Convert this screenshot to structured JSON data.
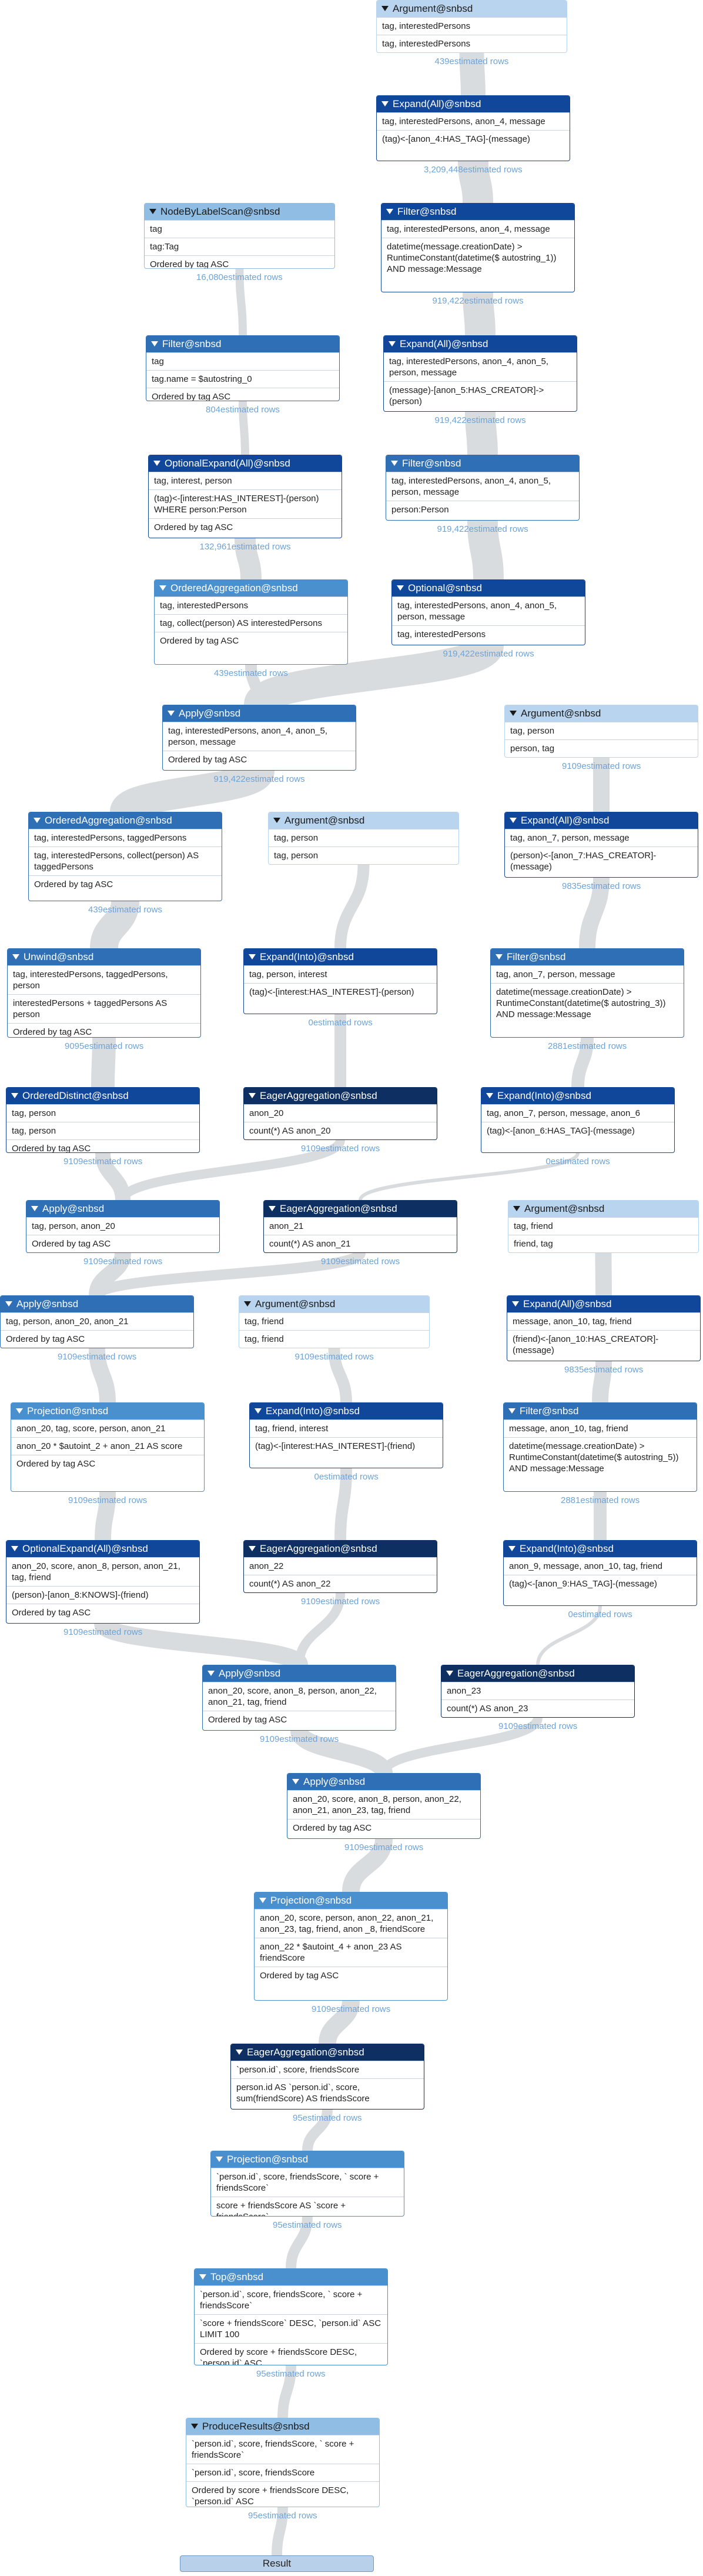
{
  "colors": {
    "level_1": "#0d2f61",
    "level_2": "#11479a",
    "level_3": "#2e6fb5",
    "level_4": "#4a90cf",
    "level_5": "#8fbde4",
    "level_6": "#b9d4ee",
    "stream": "#d9dcdf",
    "estimate_text": "#6ea3d6"
  },
  "operators": [
    {
      "id": "n1",
      "title": "Argument@snbsd",
      "rows": [
        "tag, interestedPersons",
        "tag, interestedPersons"
      ],
      "estimate": "439estimated rows"
    },
    {
      "id": "n2",
      "title": "Expand(All)@snbsd",
      "rows": [
        "tag, interestedPersons, anon_4, message",
        "(tag)<-[anon_4:HAS_TAG]-(message)"
      ],
      "estimate": "3,209,448estimated rows"
    },
    {
      "id": "n3",
      "title": "NodeByLabelScan@snbsd",
      "rows": [
        "tag",
        "tag:Tag",
        "Ordered by tag ASC"
      ],
      "estimate": "16,080estimated rows"
    },
    {
      "id": "n4",
      "title": "Filter@snbsd",
      "rows": [
        "tag, interestedPersons, anon_4, message",
        "datetime(message.creationDate) > RuntimeConstant(datetime($ autostring_1)) AND message:Message"
      ],
      "estimate": "919,422estimated rows"
    },
    {
      "id": "n5",
      "title": "Filter@snbsd",
      "rows": [
        "tag",
        "tag.name = $autostring_0",
        "Ordered by tag ASC"
      ],
      "estimate": "804estimated rows"
    },
    {
      "id": "n6",
      "title": "Expand(All)@snbsd",
      "rows": [
        "tag, interestedPersons, anon_4, anon_5, person, message",
        "(message)-[anon_5:HAS_CREATOR]->(person)"
      ],
      "estimate": "919,422estimated rows"
    },
    {
      "id": "n7",
      "title": "OptionalExpand(All)@snbsd",
      "rows": [
        "tag, interest, person",
        "(tag)<-[interest:HAS_INTEREST]-(person) WHERE person:Person",
        "Ordered by tag ASC"
      ],
      "estimate": "132,961estimated rows"
    },
    {
      "id": "n8",
      "title": "Filter@snbsd",
      "rows": [
        "tag, interestedPersons, anon_4, anon_5, person, message",
        "person:Person"
      ],
      "estimate": "919,422estimated rows"
    },
    {
      "id": "n9",
      "title": "OrderedAggregation@snbsd",
      "rows": [
        "tag, interestedPersons",
        "tag, collect(person) AS interestedPersons",
        "Ordered by tag ASC"
      ],
      "estimate": "439estimated rows"
    },
    {
      "id": "n10",
      "title": "Optional@snbsd",
      "rows": [
        "tag, interestedPersons, anon_4, anon_5, person, message",
        "tag, interestedPersons"
      ],
      "estimate": "919,422estimated rows"
    },
    {
      "id": "n11",
      "title": "Apply@snbsd",
      "rows": [
        "tag, interestedPersons, anon_4, anon_5, person, message",
        "Ordered by tag ASC"
      ],
      "estimate": "919,422estimated rows"
    },
    {
      "id": "n12",
      "title": "Argument@snbsd",
      "rows": [
        "tag, person",
        "person, tag"
      ],
      "estimate": "9109estimated rows"
    },
    {
      "id": "n13",
      "title": "OrderedAggregation@snbsd",
      "rows": [
        "tag, interestedPersons, taggedPersons",
        "tag, interestedPersons, collect(person) AS taggedPersons",
        "Ordered by tag ASC"
      ],
      "estimate": "439estimated rows"
    },
    {
      "id": "n14",
      "title": "Argument@snbsd",
      "rows": [
        "tag, person",
        "tag, person"
      ],
      "estimate": ""
    },
    {
      "id": "n15",
      "title": "Expand(All)@snbsd",
      "rows": [
        "tag, anon_7, person, message",
        "(person)<-[anon_7:HAS_CREATOR]-(message)"
      ],
      "estimate": "9835estimated rows"
    },
    {
      "id": "n16",
      "title": "Unwind@snbsd",
      "rows": [
        "tag, interestedPersons, taggedPersons, person",
        "interestedPersons + taggedPersons AS person",
        "Ordered by tag ASC"
      ],
      "estimate": "9095estimated rows"
    },
    {
      "id": "n17",
      "title": "Expand(Into)@snbsd",
      "rows": [
        "tag, person, interest",
        "(tag)<-[interest:HAS_INTEREST]-(person)"
      ],
      "estimate": "0estimated rows"
    },
    {
      "id": "n18",
      "title": "Filter@snbsd",
      "rows": [
        "tag, anon_7, person, message",
        "datetime(message.creationDate) > RuntimeConstant(datetime($ autostring_3)) AND message:Message"
      ],
      "estimate": "2881estimated rows"
    },
    {
      "id": "n19",
      "title": "OrderedDistinct@snbsd",
      "rows": [
        "tag, person",
        "tag, person",
        "Ordered by tag ASC"
      ],
      "estimate": "9109estimated rows"
    },
    {
      "id": "n20",
      "title": "EagerAggregation@snbsd",
      "rows": [
        "anon_20",
        "count(*) AS anon_20"
      ],
      "estimate": "9109estimated rows"
    },
    {
      "id": "n21",
      "title": "Expand(Into)@snbsd",
      "rows": [
        "tag, anon_7, person, message, anon_6",
        "(tag)<-[anon_6:HAS_TAG]-(message)"
      ],
      "estimate": "0estimated rows"
    },
    {
      "id": "n22",
      "title": "Apply@snbsd",
      "rows": [
        "tag, person, anon_20",
        "Ordered by tag ASC"
      ],
      "estimate": "9109estimated rows"
    },
    {
      "id": "n23",
      "title": "EagerAggregation@snbsd",
      "rows": [
        "anon_21",
        "count(*) AS anon_21"
      ],
      "estimate": "9109estimated rows"
    },
    {
      "id": "n24",
      "title": "Argument@snbsd",
      "rows": [
        "tag, friend",
        "friend, tag"
      ],
      "estimate": ""
    },
    {
      "id": "n25",
      "title": "Apply@snbsd",
      "rows": [
        "tag, person, anon_20, anon_21",
        "Ordered by tag ASC"
      ],
      "estimate": "9109estimated rows"
    },
    {
      "id": "n26",
      "title": "Argument@snbsd",
      "rows": [
        "tag, friend",
        "tag, friend"
      ],
      "estimate": "9109estimated rows"
    },
    {
      "id": "n27",
      "title": "Expand(All)@snbsd",
      "rows": [
        "message, anon_10, tag, friend",
        "(friend)<-[anon_10:HAS_CREATOR]-(message)"
      ],
      "estimate": "9835estimated rows"
    },
    {
      "id": "n28",
      "title": "Projection@snbsd",
      "rows": [
        "anon_20, tag, score, person, anon_21",
        "anon_20 * $autoint_2 + anon_21 AS score",
        "Ordered by tag ASC"
      ],
      "estimate": "9109estimated rows"
    },
    {
      "id": "n29",
      "title": "Expand(Into)@snbsd",
      "rows": [
        "tag, friend, interest",
        "(tag)<-[interest:HAS_INTEREST]-(friend)"
      ],
      "estimate": "0estimated rows"
    },
    {
      "id": "n30",
      "title": "Filter@snbsd",
      "rows": [
        "message, anon_10, tag, friend",
        "datetime(message.creationDate) > RuntimeConstant(datetime($ autostring_5)) AND message:Message"
      ],
      "estimate": "2881estimated rows"
    },
    {
      "id": "n31",
      "title": "OptionalExpand(All)@snbsd",
      "rows": [
        "anon_20, score, anon_8, person, anon_21, tag, friend",
        "(person)-[anon_8:KNOWS]-(friend)",
        "Ordered by tag ASC"
      ],
      "estimate": "9109estimated rows"
    },
    {
      "id": "n32",
      "title": "EagerAggregation@snbsd",
      "rows": [
        "anon_22",
        "count(*) AS anon_22"
      ],
      "estimate": "9109estimated rows"
    },
    {
      "id": "n33",
      "title": "Expand(Into)@snbsd",
      "rows": [
        "anon_9, message, anon_10, tag, friend",
        "(tag)<-[anon_9:HAS_TAG]-(message)"
      ],
      "estimate": "0estimated rows"
    },
    {
      "id": "n34",
      "title": "Apply@snbsd",
      "rows": [
        "anon_20, score, anon_8, person, anon_22, anon_21, tag, friend",
        "Ordered by tag ASC"
      ],
      "estimate": "9109estimated rows"
    },
    {
      "id": "n35",
      "title": "EagerAggregation@snbsd",
      "rows": [
        "anon_23",
        "count(*) AS anon_23"
      ],
      "estimate": "9109estimated rows"
    },
    {
      "id": "n36",
      "title": "Apply@snbsd",
      "rows": [
        "anon_20, score, anon_8, person, anon_22, anon_21, anon_23, tag, friend",
        "Ordered by tag ASC"
      ],
      "estimate": "9109estimated rows"
    },
    {
      "id": "n37",
      "title": "Projection@snbsd",
      "rows": [
        "anon_20, score, person, anon_22, anon_21, anon_23, tag, friend, anon _8, friendScore",
        "anon_22 * $autoint_4 + anon_23 AS friendScore",
        "Ordered by tag ASC"
      ],
      "estimate": "9109estimated rows"
    },
    {
      "id": "n38",
      "title": "EagerAggregation@snbsd",
      "rows": [
        "`person.id`, score, friendsScore",
        "person.id AS `person.id`, score, sum(friendScore) AS friendsScore"
      ],
      "estimate": "95estimated rows"
    },
    {
      "id": "n39",
      "title": "Projection@snbsd",
      "rows": [
        "`person.id`, score, friendsScore, ` score + friendsScore`",
        "score + friendsScore AS `score + friendsScore`"
      ],
      "estimate": "95estimated rows"
    },
    {
      "id": "n40",
      "title": "Top@snbsd",
      "rows": [
        "`person.id`, score, friendsScore, ` score + friendsScore`",
        "`score + friendsScore` DESC, `person.id` ASC LIMIT 100",
        "Ordered by score + friendsScore DESC, `person.id` ASC"
      ],
      "estimate": "95estimated rows"
    },
    {
      "id": "n41",
      "title": "ProduceResults@snbsd",
      "rows": [
        "`person.id`, score, friendsScore, ` score + friendsScore`",
        "`person.id`, score, friendsScore",
        "Ordered by score + friendsScore DESC, `person.id` ASC"
      ],
      "estimate": "95estimated rows"
    }
  ],
  "result_label": "Result"
}
